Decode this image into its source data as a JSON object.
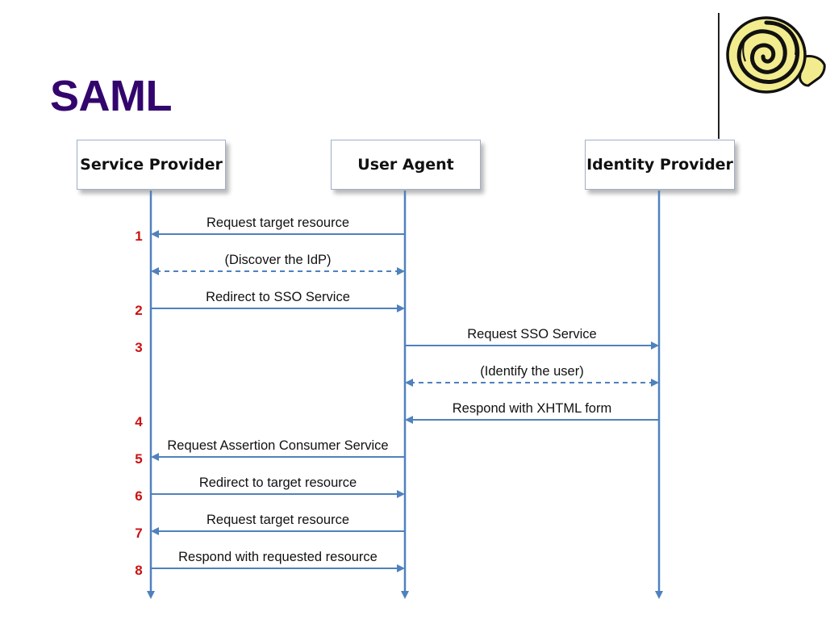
{
  "slide": {
    "title": "SAML"
  },
  "logo": {
    "icon": "scroll-icon"
  },
  "actors": [
    {
      "id": "sp",
      "label": "Service Provider"
    },
    {
      "id": "ua",
      "label": "User Agent"
    },
    {
      "id": "idp",
      "label": "Identity Provider"
    }
  ],
  "messages": [
    {
      "step": "1",
      "label": "Request target resource",
      "from": "ua",
      "to": "sp",
      "style": "solid"
    },
    {
      "step": "",
      "label": "(Discover the IdP)",
      "from": "sp",
      "to": "ua",
      "style": "dashed",
      "bidirectional": true
    },
    {
      "step": "2",
      "label": "Redirect to SSO Service",
      "from": "sp",
      "to": "ua",
      "style": "solid"
    },
    {
      "step": "3",
      "label": "Request SSO Service",
      "from": "ua",
      "to": "idp",
      "style": "solid"
    },
    {
      "step": "",
      "label": "(Identify the user)",
      "from": "ua",
      "to": "idp",
      "style": "dashed",
      "bidirectional": true
    },
    {
      "step": "4",
      "label": "Respond with XHTML form",
      "from": "idp",
      "to": "ua",
      "style": "solid"
    },
    {
      "step": "5",
      "label": "Request Assertion Consumer Service",
      "from": "ua",
      "to": "sp",
      "style": "solid"
    },
    {
      "step": "6",
      "label": "Redirect to target resource",
      "from": "sp",
      "to": "ua",
      "style": "solid"
    },
    {
      "step": "7",
      "label": "Request target resource",
      "from": "ua",
      "to": "sp",
      "style": "solid"
    },
    {
      "step": "8",
      "label": "Respond with requested resource",
      "from": "sp",
      "to": "ua",
      "style": "solid"
    }
  ],
  "colors": {
    "title": "#33066e",
    "lifeline": "#4f81bd",
    "arrow": "#4f81bd",
    "step_number": "#cc1111"
  }
}
